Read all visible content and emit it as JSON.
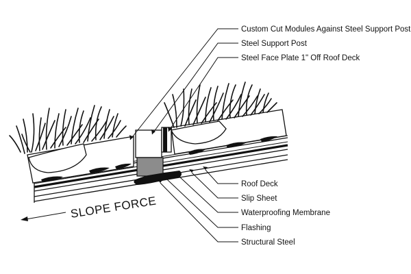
{
  "labels": {
    "custom_cut_modules": "Custom Cut Modules Against Steel Support Post",
    "steel_support_post": "Steel Support Post",
    "steel_face_plate": "Steel Face Plate 1\" Off Roof Deck",
    "roof_deck": "Roof Deck",
    "slip_sheet": "Slip Sheet",
    "waterproofing_membrane": "Waterproofing Membrane",
    "flashing": "Flashing",
    "structural_steel": "Structural Steel",
    "slope_force": "SLOPE FORCE"
  },
  "colors": {
    "line": "#111111",
    "post_fill": "#8c8c8c",
    "background": "#ffffff"
  }
}
